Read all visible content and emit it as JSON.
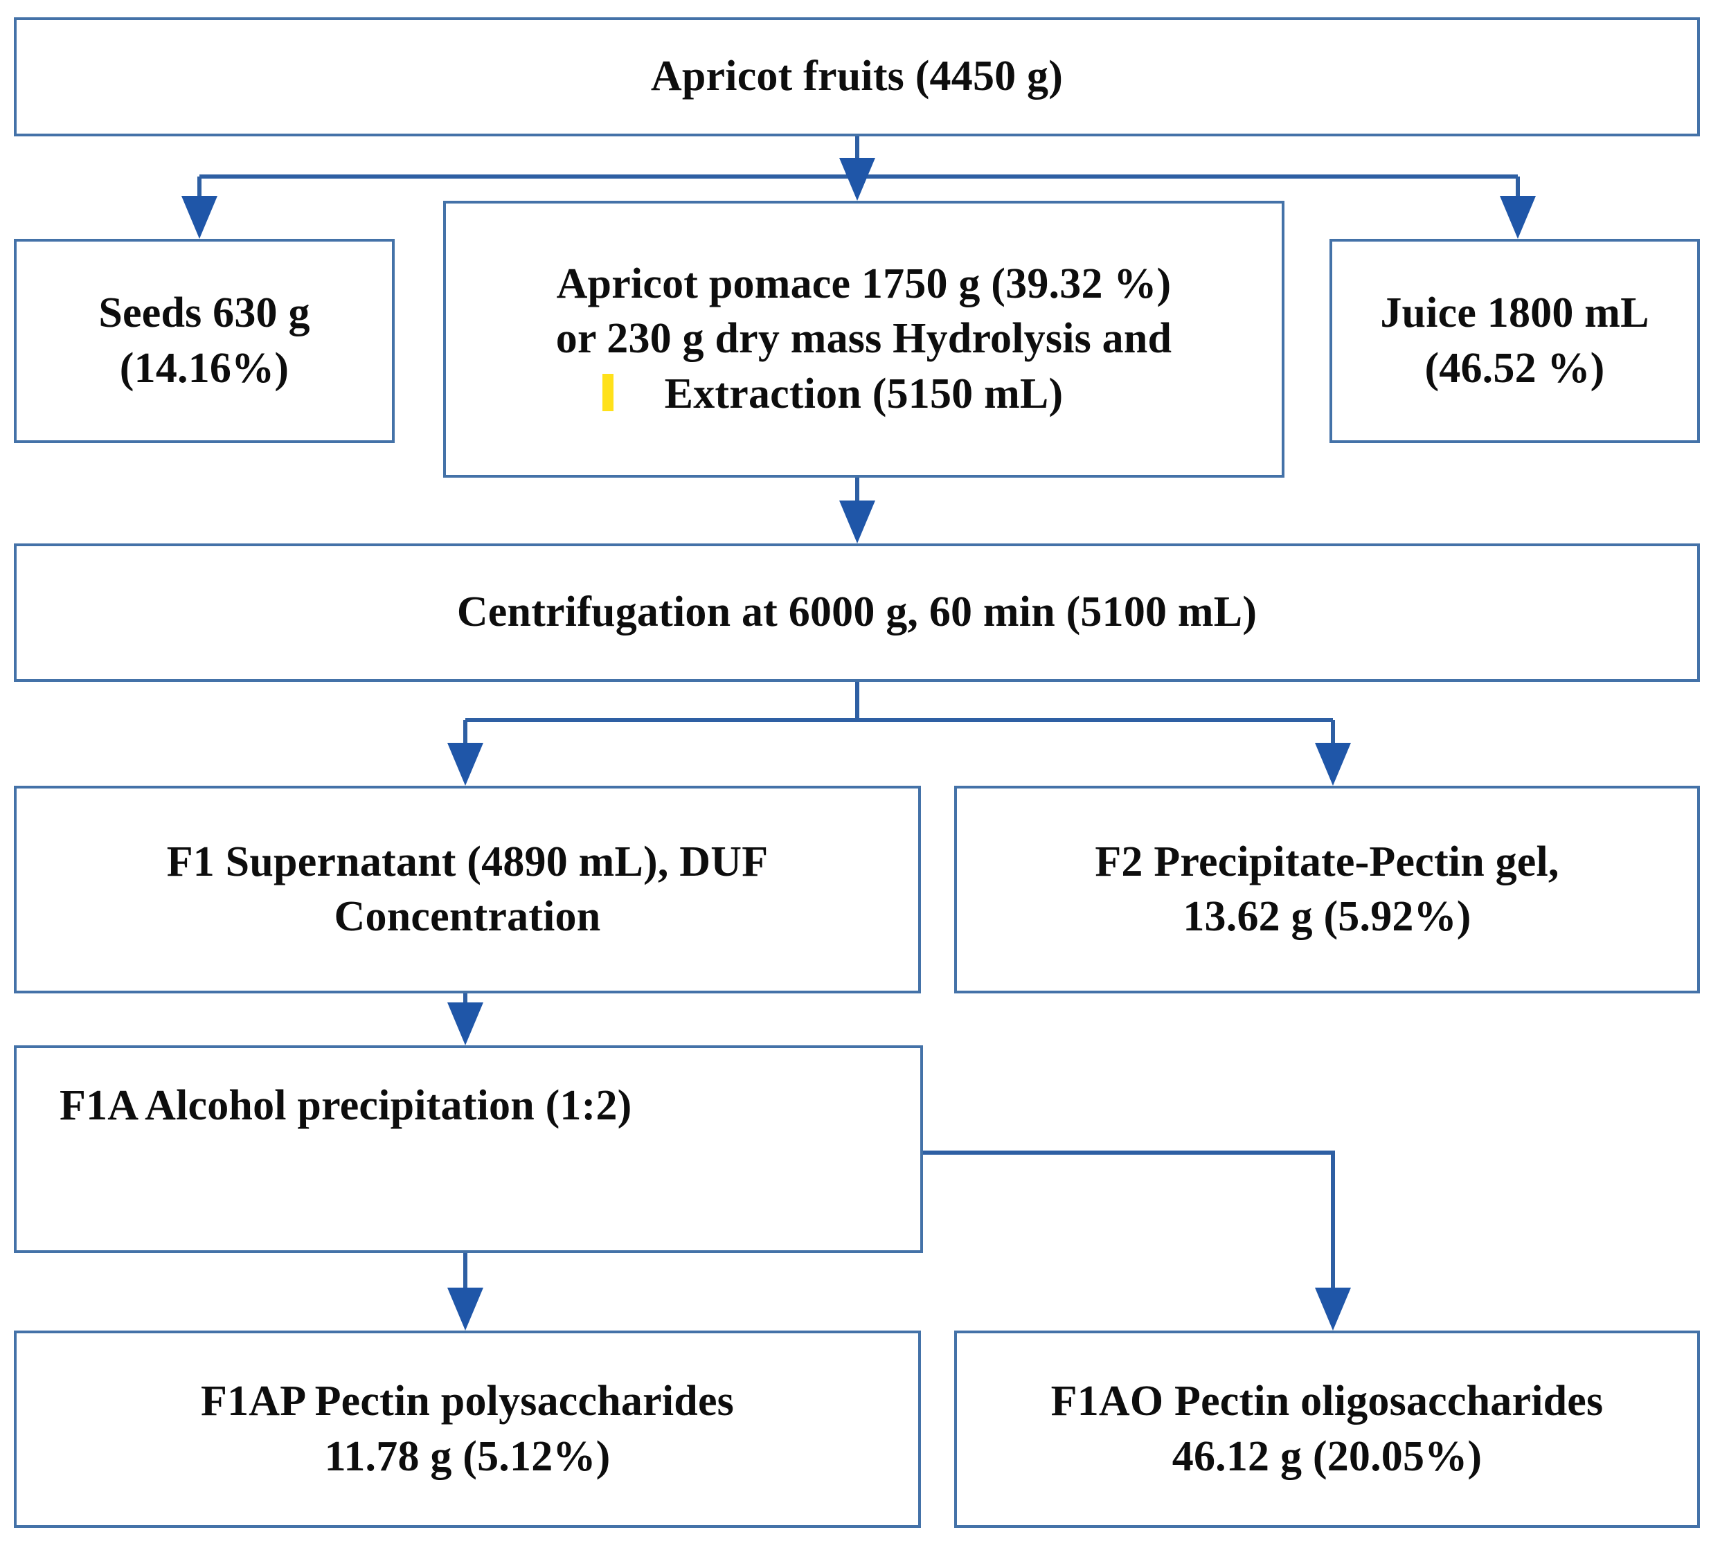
{
  "diagram": {
    "title": "Apricot fruit fractionation and pectin extraction flowchart",
    "accent_color": "#4472a8",
    "arrow_color": "#1f56a8",
    "highlight_color": "#ffe11a",
    "text_color": "#0d0d0d",
    "background_color": "#ffffff"
  },
  "nodes": {
    "root": {
      "label": "Apricot fruits (4450 g)",
      "material": "Apricot fruits",
      "mass": "4450 g"
    },
    "seeds": {
      "label": "Seeds 630 g\n(14.16%)",
      "material": "Seeds",
      "mass": "630 g",
      "yield_percent": "14.16%"
    },
    "pomace": {
      "label": "Apricot pomace 1750 g (39.32 %)\nor 230 g dry mass Hydrolysis and\nExtraction  (5150 mL)",
      "material": "Apricot pomace",
      "mass": "1750 g",
      "yield_percent": "39.32 %",
      "dry_mass": "230 g",
      "process": "Hydrolysis and Extraction",
      "volume": "5150 mL"
    },
    "juice": {
      "label": "Juice 1800 mL\n(46.52 %)",
      "material": "Juice",
      "volume": "1800 mL",
      "yield_percent": "46.52 %"
    },
    "centrifugation": {
      "label": "Centrifugation at 6000 g, 60 min (5100 mL)",
      "process": "Centrifugation",
      "force": "6000 g",
      "time": "60 min",
      "volume": "5100 mL"
    },
    "f1_supernatant": {
      "label": "F1 Supernatant (4890 mL), DUF\nConcentration",
      "code": "F1",
      "material": "Supernatant",
      "volume": "4890 mL",
      "process": "DUF Concentration"
    },
    "f2_precipitate": {
      "label": "F2 Precipitate-Pectin gel,\n13.62 g (5.92%)",
      "code": "F2",
      "material": "Precipitate-Pectin gel",
      "mass": "13.62 g",
      "yield_percent": "5.92%"
    },
    "f1a_alcohol": {
      "label": "F1A Alcohol precipitation (1:2)",
      "code": "F1A",
      "process": "Alcohol precipitation",
      "ratio": "1:2"
    },
    "f1ap_polysaccharides": {
      "label": "F1AP  Pectin polysaccharides\n11.78 g (5.12%)",
      "code": "F1AP",
      "material": "Pectin polysaccharides",
      "mass": "11.78 g",
      "yield_percent": "5.12%"
    },
    "f1ao_oligosaccharides": {
      "label": "F1AO Pectin oligosaccharides\n46.12 g (20.05%)",
      "code": "F1AO",
      "material": "Pectin oligosaccharides",
      "mass": "46.12 g",
      "yield_percent": "20.05%"
    }
  },
  "edges": [
    {
      "from": "root",
      "to": "seeds",
      "name": "edge-root-to-seeds"
    },
    {
      "from": "root",
      "to": "pomace",
      "name": "edge-root-to-pomace"
    },
    {
      "from": "root",
      "to": "juice",
      "name": "edge-root-to-juice"
    },
    {
      "from": "pomace",
      "to": "centrifugation",
      "name": "edge-pomace-to-centrifugation"
    },
    {
      "from": "centrifugation",
      "to": "f1_supernatant",
      "name": "edge-centrifugation-to-f1"
    },
    {
      "from": "centrifugation",
      "to": "f2_precipitate",
      "name": "edge-centrifugation-to-f2"
    },
    {
      "from": "f1_supernatant",
      "to": "f1a_alcohol",
      "name": "edge-f1-to-f1a"
    },
    {
      "from": "f1a_alcohol",
      "to": "f1ap_polysaccharides",
      "name": "edge-f1a-to-f1ap"
    },
    {
      "from": "f1a_alcohol",
      "to": "f1ao_oligosaccharides",
      "name": "edge-f1a-to-f1ao"
    }
  ]
}
